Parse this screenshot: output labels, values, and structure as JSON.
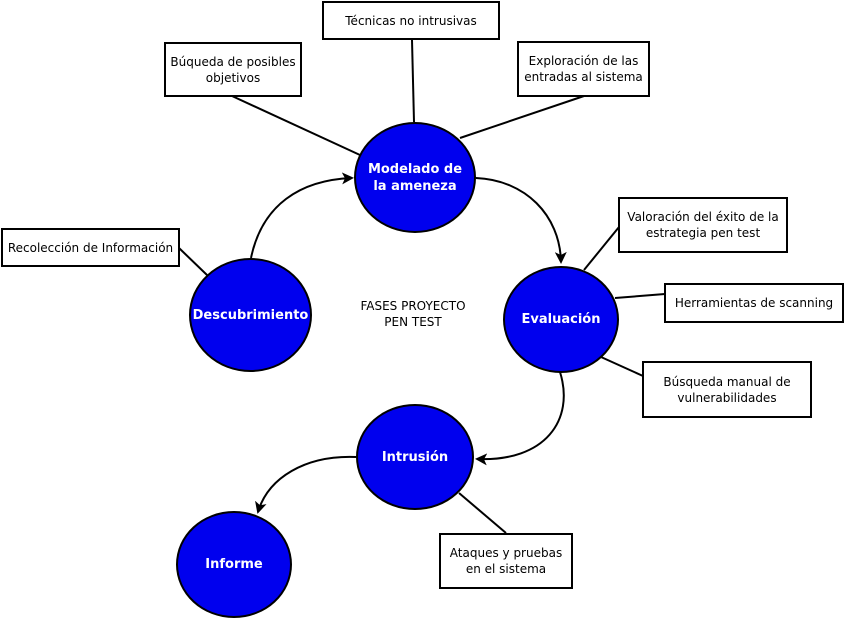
{
  "title": [
    "FASES PROYECTO",
    "PEN TEST"
  ],
  "colors": {
    "node_fill": "#0000ee",
    "node_text": "#ffffff",
    "line": "#000000"
  },
  "phases": [
    {
      "id": "modelado",
      "label": "Modelado de la ameneza",
      "lines": [
        "Modelado de",
        "la ameneza"
      ]
    },
    {
      "id": "descubrimiento",
      "label": "Descubrimiento",
      "lines": [
        "Descubrimiento"
      ]
    },
    {
      "id": "evaluacion",
      "label": "Evaluación",
      "lines": [
        "Evaluación"
      ]
    },
    {
      "id": "intrusion",
      "label": "Intrusión",
      "lines": [
        "Intrusión"
      ]
    },
    {
      "id": "informe",
      "label": "Informe",
      "lines": [
        "Informe"
      ]
    }
  ],
  "notes": [
    {
      "id": "tecnicas",
      "phase": "modelado",
      "lines": [
        "Técnicas no intrusivas"
      ]
    },
    {
      "id": "busqueda-objetivos",
      "phase": "modelado",
      "lines": [
        "Búqueda de posibles",
        "objetivos"
      ]
    },
    {
      "id": "exploracion",
      "phase": "modelado",
      "lines": [
        "Exploración de las",
        "entradas al sistema"
      ]
    },
    {
      "id": "recoleccion",
      "phase": "descubrimiento",
      "lines": [
        "Recolección de Información"
      ]
    },
    {
      "id": "valoracion",
      "phase": "evaluacion",
      "lines": [
        "Valoración del éxito de la",
        "estrategia pen test"
      ]
    },
    {
      "id": "herramientas",
      "phase": "evaluacion",
      "lines": [
        "Herramientas de scanning"
      ]
    },
    {
      "id": "busqueda-manual",
      "phase": "evaluacion",
      "lines": [
        "Búsqueda manual de",
        "vulnerabilidades"
      ]
    },
    {
      "id": "ataques",
      "phase": "intrusion",
      "lines": [
        "Ataques y pruebas",
        "en el sistema"
      ]
    }
  ],
  "flow": [
    {
      "from": "descubrimiento",
      "to": "modelado"
    },
    {
      "from": "modelado",
      "to": "evaluacion"
    },
    {
      "from": "evaluacion",
      "to": "intrusion"
    },
    {
      "from": "intrusion",
      "to": "informe"
    }
  ]
}
